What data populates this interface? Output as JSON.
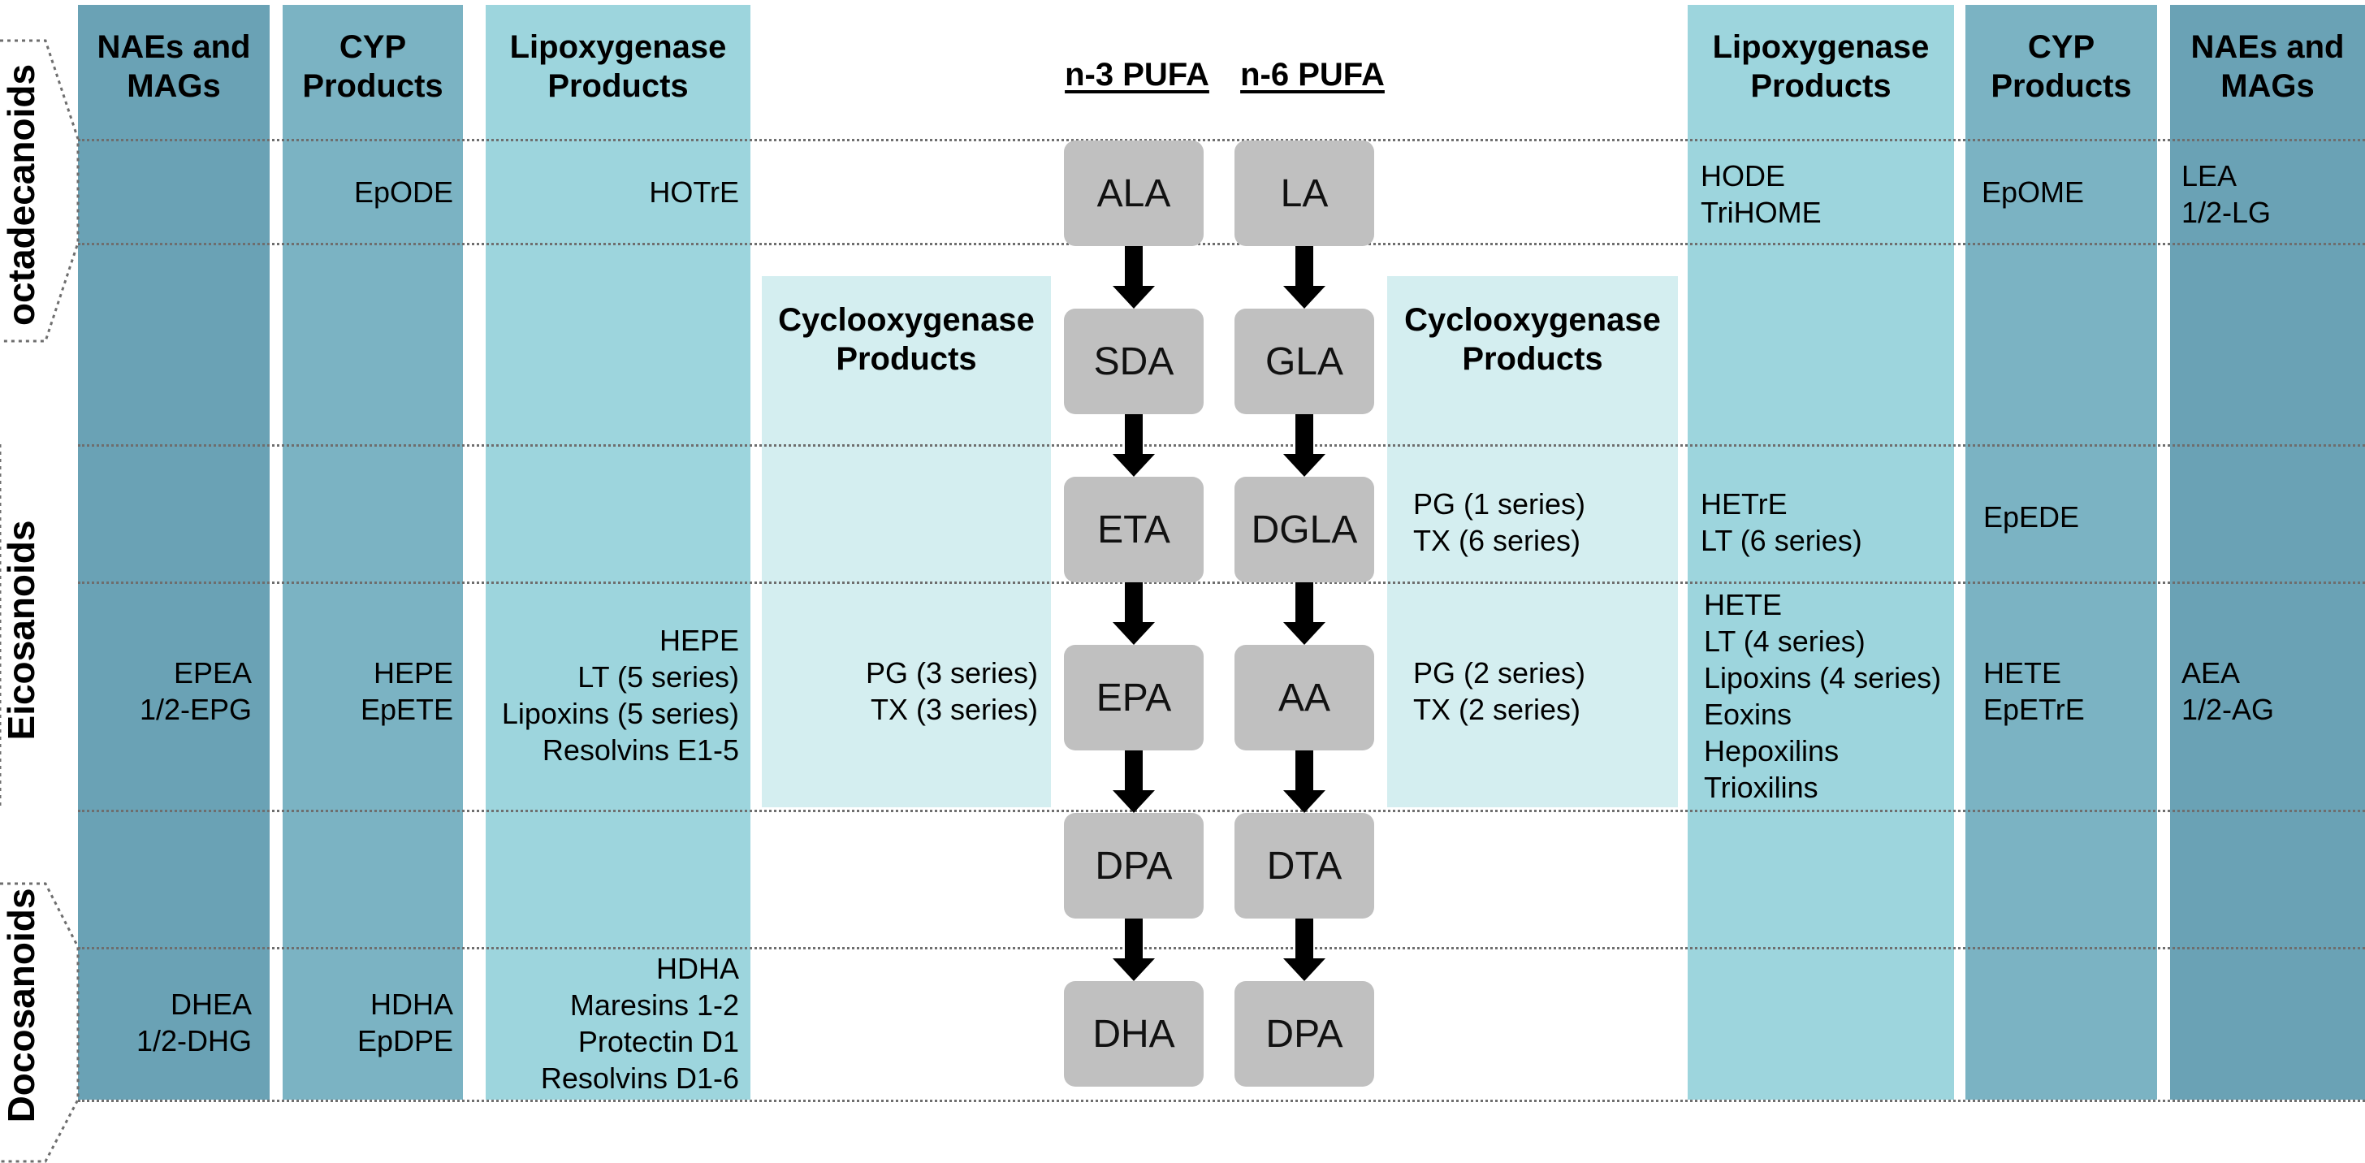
{
  "colors": {
    "nae": "#6aa2b5",
    "cyp": "#7bb3c3",
    "lox": "#9dd5dd",
    "cox": "#d4eef0",
    "node": "#c0c0c0",
    "arrow": "#000000",
    "divider": "#6e6e6e"
  },
  "bands": {
    "octadecanoids": "octadecanoids",
    "eicosanoids": "Eicosanoids",
    "docosanoids": "Docosanoids"
  },
  "headers": {
    "left_nae": [
      "NAEs and",
      "MAGs"
    ],
    "left_cyp": [
      "CYP",
      "Products"
    ],
    "left_lox": [
      "Lipoxygenase",
      "Products"
    ],
    "n3": "n-3 PUFA",
    "n6": "n-6 PUFA",
    "right_lox": [
      "Lipoxygenase",
      "Products"
    ],
    "right_cyp": [
      "CYP",
      "Products"
    ],
    "right_nae": [
      "NAEs and",
      "MAGs"
    ],
    "left_cox": [
      "Cyclooxygenase",
      "Products"
    ],
    "right_cox": [
      "Cyclooxygenase",
      "Products"
    ]
  },
  "n3_nodes": [
    "ALA",
    "SDA",
    "ETA",
    "EPA",
    "DPA",
    "DHA"
  ],
  "n6_nodes": [
    "LA",
    "GLA",
    "DGLA",
    "AA",
    "DTA",
    "DPA"
  ],
  "cells": {
    "left_cyp_ala": "EpODE",
    "left_lox_ala": "HOTrE",
    "right_lox_la": [
      "HODE",
      "TriHOME"
    ],
    "right_cyp_la": "EpOME",
    "right_nae_la": [
      "LEA",
      "1/2-LG"
    ],
    "right_cox_dgla": [
      "PG (1 series)",
      "TX (6 series)"
    ],
    "right_lox_dgla": [
      "HETrE",
      "LT (6 series)"
    ],
    "right_cyp_dgla": "EpEDE",
    "left_nae_epa": [
      "EPEA",
      "1/2-EPG"
    ],
    "left_cyp_epa": [
      "HEPE",
      "EpETE"
    ],
    "left_lox_epa": [
      "HEPE",
      "LT (5 series)",
      "Lipoxins (5 series)",
      "Resolvins E1-5"
    ],
    "left_cox_epa": [
      "PG (3 series)",
      "TX (3 series)"
    ],
    "right_cox_aa": [
      "PG (2 series)",
      "TX (2 series)"
    ],
    "right_lox_aa": [
      "HETE",
      "LT (4 series)",
      "Lipoxins (4 series)",
      "Eoxins",
      "Hepoxilins",
      "Trioxilins"
    ],
    "right_cyp_aa": [
      "HETE",
      "EpETrE"
    ],
    "right_nae_aa": [
      "AEA",
      "1/2-AG"
    ],
    "left_nae_dha": [
      "DHEA",
      "1/2-DHG"
    ],
    "left_cyp_dha": [
      "HDHA",
      "EpDPE"
    ],
    "left_lox_dha": [
      "HDHA",
      "Maresins 1-2",
      "Protectin D1",
      "Resolvins D1-6"
    ]
  }
}
